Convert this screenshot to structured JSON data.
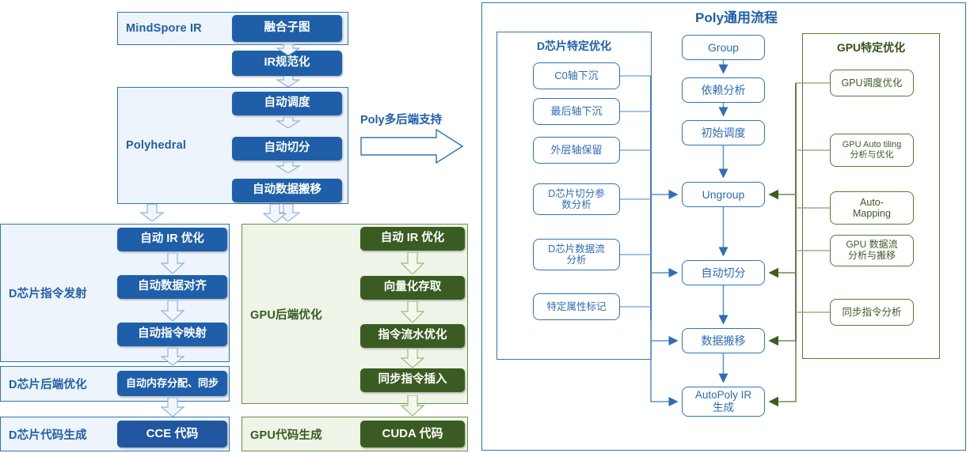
{
  "left_flow": {
    "mindspore": {
      "label": "MindSpore IR",
      "box": "融合子图"
    },
    "ir_norm": "IR规范化",
    "polyhedral": {
      "label": "Polyhedral",
      "steps": [
        "自动调度",
        "自动切分",
        "自动数据搬移"
      ]
    },
    "d_issue": {
      "label": "D芯片指令发射",
      "steps": [
        "自动 IR 优化",
        "自动数据对齐",
        "自动指令映射"
      ]
    },
    "d_backend": {
      "label": "D芯片后端优化",
      "box": "自动内存分配、同步"
    },
    "d_codegen": {
      "label": "D芯片代码生成",
      "box": "CCE 代码"
    },
    "gpu_backend": {
      "label": "GPU后端优化",
      "steps": [
        "自动 IR 优化",
        "向量化存取",
        "指令流水优化",
        "同步指令插入"
      ]
    },
    "gpu_codegen": {
      "label": "GPU代码生成",
      "box": "CUDA 代码"
    }
  },
  "bridge": {
    "label": "Poly多后端支持"
  },
  "right_panel": {
    "title": "Poly通用流程",
    "d_specific": {
      "title": "D芯片特定优化",
      "items": [
        "C0轴下沉",
        "最后轴下沉",
        "外层轴保留",
        "D芯片切分参\n数分析",
        "D芯片数据流\n分析",
        "特定属性标记"
      ]
    },
    "pipeline": [
      "Group",
      "依赖分析",
      "初始调度",
      "Ungroup",
      "自动切分",
      "数据搬移",
      "AutoPoly IR\n生成"
    ],
    "gpu_specific": {
      "title": "GPU特定优化",
      "items": [
        "GPU调度优化",
        "GPU Auto tiling\n分析与优化",
        "Auto-\nMapping",
        "GPU 数据流\n分析与搬移",
        "同步指令分析"
      ]
    }
  },
  "colors": {
    "blue_fill": "#1f5fa9",
    "blue_panel": "#eef4fb",
    "blue_line": "#2e75b6",
    "green_fill": "#3a5c22",
    "green_panel": "#eef4e8",
    "green_line": "#547d2b"
  }
}
